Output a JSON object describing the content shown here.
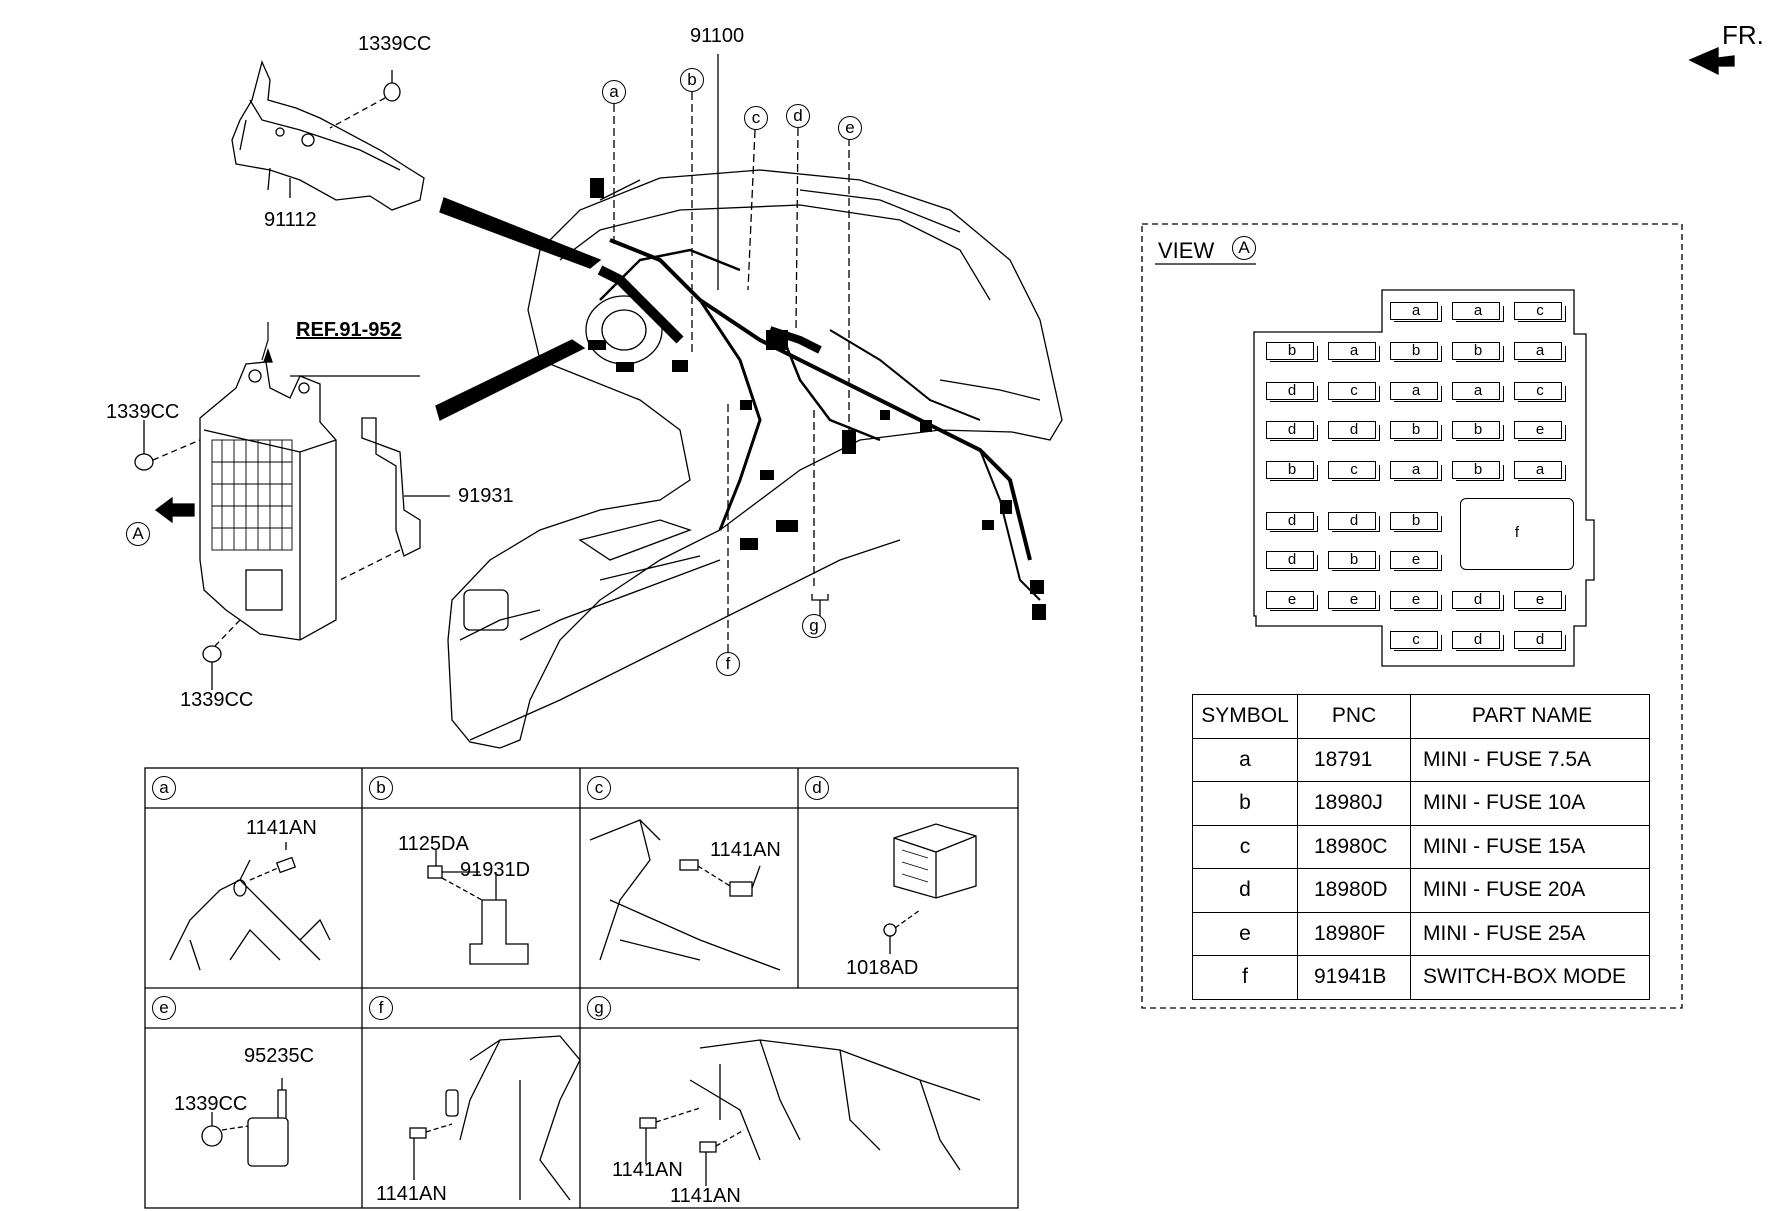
{
  "header": {
    "front_label": "FR."
  },
  "main_labels": {
    "p91100": "91100",
    "p1339cc_top": "1339CC",
    "p91112": "91112",
    "ref": "REF.91-952",
    "p1339cc_left": "1339CC",
    "p91931": "91931",
    "view_a": "A",
    "p1339cc_bottom": "1339CC"
  },
  "callouts": {
    "a": "a",
    "b": "b",
    "c": "c",
    "d": "d",
    "e": "e",
    "f": "f",
    "g": "g"
  },
  "detail_panels": [
    {
      "letter": "a",
      "parts": [
        "1141AN"
      ]
    },
    {
      "letter": "b",
      "parts": [
        "1125DA",
        "91931D"
      ]
    },
    {
      "letter": "c",
      "parts": [
        "1141AN"
      ]
    },
    {
      "letter": "d",
      "parts": [
        "1018AD"
      ]
    },
    {
      "letter": "e",
      "parts": [
        "95235C",
        "1339CC"
      ]
    },
    {
      "letter": "f",
      "parts": [
        "1141AN"
      ]
    },
    {
      "letter": "g",
      "parts": [
        "1141AN",
        "1141AN"
      ]
    }
  ],
  "view": {
    "title": "VIEW",
    "circle": "A",
    "fuse_rows": [
      [
        "a",
        "a",
        "c"
      ],
      [
        "b",
        "a",
        "b",
        "b",
        "a"
      ],
      [
        "d",
        "c",
        "a",
        "a",
        "c"
      ],
      [
        "d",
        "d",
        "b",
        "b",
        "e"
      ],
      [
        "b",
        "c",
        "a",
        "b",
        "a"
      ],
      [
        "d",
        "d",
        "b"
      ],
      [
        "d",
        "b",
        "e"
      ],
      [
        "e",
        "e",
        "e",
        "d",
        "e"
      ],
      [
        "c",
        "d",
        "d"
      ]
    ],
    "switch_box": "f"
  },
  "parts_table": {
    "headers": [
      "SYMBOL",
      "PNC",
      "PART NAME"
    ],
    "rows": [
      [
        "a",
        "18791",
        "MINI - FUSE 7.5A"
      ],
      [
        "b",
        "18980J",
        "MINI - FUSE 10A"
      ],
      [
        "c",
        "18980C",
        "MINI - FUSE 15A"
      ],
      [
        "d",
        "18980D",
        "MINI - FUSE 20A"
      ],
      [
        "e",
        "18980F",
        "MINI - FUSE 25A"
      ],
      [
        "f",
        "91941B",
        "SWITCH-BOX MODE"
      ]
    ]
  }
}
